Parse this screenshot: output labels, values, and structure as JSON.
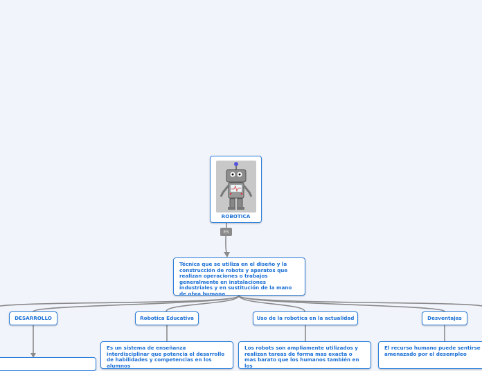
{
  "root": {
    "label": "ROBOTICA",
    "image": "robot-illustration"
  },
  "relation": {
    "label": "ES"
  },
  "definition": {
    "text": "Técnica que se utiliza en el diseño y la construcción de robots y aparatos que realizan operaciones o trabajos generalmente en instalaciones industriales y en sustitución de la mano de obra humana"
  },
  "branches": [
    {
      "label": "DESARROLLO",
      "detail": ""
    },
    {
      "label": "Robotica Educativa",
      "detail": "Es un sistema de enseñanza interdisciplinar que potencia el desarrollo de habilidades y competencias en los alumnos"
    },
    {
      "label": "Uso de la robotica en la actualidad",
      "detail": "Los robots son ampliamente utilizados y realizan tareas de forma mas exacta o mas barato que los humanos también en los"
    },
    {
      "label": "Desventajas",
      "detail": "El recurso humano puede sentirse amenazado por el desempleo"
    }
  ],
  "colors": {
    "accent": "#2b7fdb",
    "text": "#1a6fd6",
    "background": "#f2f4fc",
    "connector": "#8a8a8a"
  }
}
